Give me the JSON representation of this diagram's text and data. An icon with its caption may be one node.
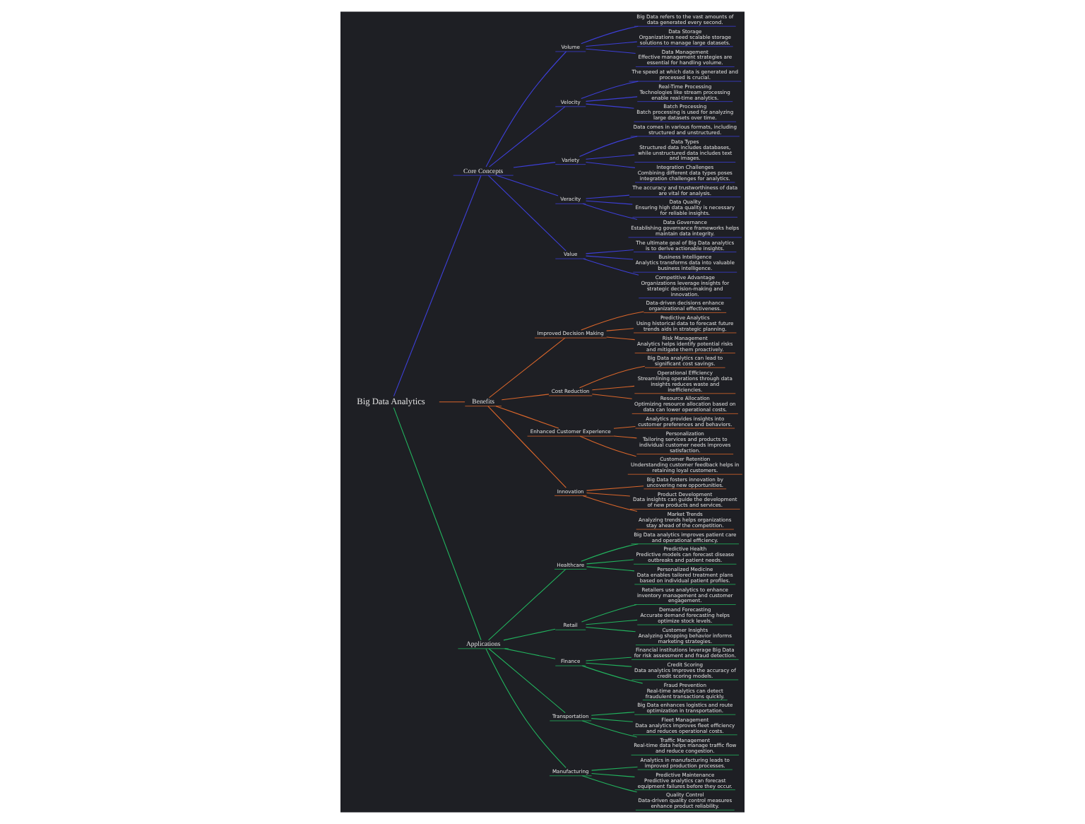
{
  "diagram": {
    "nodes": [
      {
        "text": [
          "Big Data Analytics"
        ]
      },
      {
        "text": [
          "Core Concepts"
        ]
      },
      {
        "text": [
          "Volume"
        ]
      },
      {
        "text": [
          "Big Data refers to the vast amounts of data generated every second."
        ]
      },
      {
        "text": [
          "Data Storage",
          "Organizations need scalable storage solutions to manage large datasets."
        ]
      },
      {
        "text": [
          "Data Management",
          "Effective management strategies are essential for handling volume."
        ]
      },
      {
        "text": [
          "Velocity"
        ]
      },
      {
        "text": [
          "The speed at which data is generated and processed is crucial."
        ]
      },
      {
        "text": [
          "Real-Time Processing",
          "Technologies like stream processing enable real-time analytics."
        ]
      },
      {
        "text": [
          "Batch Processing",
          "Batch processing is used for analyzing large datasets over time."
        ]
      },
      {
        "text": [
          "Variety"
        ]
      },
      {
        "text": [
          "Data comes in various formats, including structured and unstructured."
        ]
      },
      {
        "text": [
          "Data Types",
          "Structured data includes databases, while unstructured data includes text and images."
        ]
      },
      {
        "text": [
          "Integration Challenges",
          "Combining different data types poses integration challenges for analytics."
        ]
      },
      {
        "text": [
          "Veracity"
        ]
      },
      {
        "text": [
          "The accuracy and trustworthiness of data are vital for analysis."
        ]
      },
      {
        "text": [
          "Data Quality",
          "Ensuring high data quality is necessary for reliable insights."
        ]
      },
      {
        "text": [
          "Data Governance",
          "Establishing governance frameworks helps maintain data integrity."
        ]
      },
      {
        "text": [
          "Value"
        ]
      },
      {
        "text": [
          "The ultimate goal of Big Data analytics is to derive actionable insights."
        ]
      },
      {
        "text": [
          "Business Intelligence",
          "Analytics transforms data into valuable business intelligence."
        ]
      },
      {
        "text": [
          "Competitive Advantage",
          "Organizations leverage insights for strategic decision-making and innovation."
        ]
      },
      {
        "text": [
          "Benefits"
        ]
      },
      {
        "text": [
          "Improved Decision Making"
        ]
      },
      {
        "text": [
          "Data-driven decisions enhance organizational effectiveness."
        ]
      },
      {
        "text": [
          "Predictive Analytics",
          "Using historical data to forecast future trends aids in strategic planning."
        ]
      },
      {
        "text": [
          "Risk Management",
          "Analytics helps identify potential risks and mitigate them proactively."
        ]
      },
      {
        "text": [
          "Cost Reduction"
        ]
      },
      {
        "text": [
          "Big Data analytics can lead to significant cost savings."
        ]
      },
      {
        "text": [
          "Operational Efficiency",
          "Streamlining operations through data insights reduces waste and inefficiencies."
        ]
      },
      {
        "text": [
          "Resource Allocation",
          "Optimizing resource allocation based on data can lower operational costs."
        ]
      },
      {
        "text": [
          "Enhanced Customer Experience"
        ]
      },
      {
        "text": [
          "Analytics provides insights into customer preferences and behaviors."
        ]
      },
      {
        "text": [
          "Personalization",
          "Tailoring services and products to individual customer needs improves satisfaction."
        ]
      },
      {
        "text": [
          "Customer Retention",
          "Understanding customer feedback helps in retaining loyal customers."
        ]
      },
      {
        "text": [
          "Innovation"
        ]
      },
      {
        "text": [
          "Big Data fosters innovation by uncovering new opportunities."
        ]
      },
      {
        "text": [
          "Product Development",
          "Data insights can guide the development of new products and services."
        ]
      },
      {
        "text": [
          "Market Trends",
          "Analyzing trends helps organizations stay ahead of the competition."
        ]
      },
      {
        "text": [
          "Applications"
        ]
      },
      {
        "text": [
          "Healthcare"
        ]
      },
      {
        "text": [
          "Big Data analytics improves patient care and operational efficiency."
        ]
      },
      {
        "text": [
          "Predictive Health",
          "Predictive models can forecast disease outbreaks and patient needs."
        ]
      },
      {
        "text": [
          "Personalized Medicine",
          "Data enables tailored treatment plans based on individual patient profiles."
        ]
      },
      {
        "text": [
          "Retail"
        ]
      },
      {
        "text": [
          "Retailers use analytics to enhance inventory management and customer engagement."
        ]
      },
      {
        "text": [
          "Demand Forecasting",
          "Accurate demand forecasting helps optimize stock levels."
        ]
      },
      {
        "text": [
          "Customer Insights",
          "Analyzing shopping behavior informs marketing strategies."
        ]
      },
      {
        "text": [
          "Finance"
        ]
      },
      {
        "text": [
          "Financial institutions leverage Big Data for risk assessment and fraud detection."
        ]
      },
      {
        "text": [
          "Credit Scoring",
          "Data analytics improves the accuracy of credit scoring models."
        ]
      },
      {
        "text": [
          "Fraud Prevention",
          "Real-time analytics can detect fraudulent transactions quickly."
        ]
      },
      {
        "text": [
          "Transportation"
        ]
      },
      {
        "text": [
          "Big Data enhances logistics and route optimization in transportation."
        ]
      },
      {
        "text": [
          "Fleet Management",
          "Data analytics improves fleet efficiency and reduces operational costs."
        ]
      },
      {
        "text": [
          "Traffic Management",
          "Real-time data helps manage traffic flow and reduce congestion."
        ]
      },
      {
        "text": [
          "Manufacturing"
        ]
      },
      {
        "text": [
          "Analytics in manufacturing leads to improved production processes."
        ]
      },
      {
        "text": [
          "Predictive Maintenance",
          "Predictive analytics can forecast equipment failures before they occur."
        ]
      },
      {
        "text": [
          "Quality Control",
          "Data-driven quality control measures enhance product reliability."
        ]
      }
    ],
    "edges": [
      {
        "from": 0,
        "to": 1,
        "arrow": "none",
        "color": "#3d3fd6"
      },
      {
        "from": 1,
        "to": 2,
        "arrow": "none",
        "color": "#3d3fd6"
      },
      {
        "from": 2,
        "to": 3,
        "arrow": "none",
        "color": "#3d3fd6"
      },
      {
        "from": 2,
        "to": 4,
        "arrow": "none",
        "color": "#3d3fd6"
      },
      {
        "from": 2,
        "to": 5,
        "arrow": "none",
        "color": "#3d3fd6"
      },
      {
        "from": 1,
        "to": 6,
        "arrow": "none",
        "color": "#3d3fd6"
      },
      {
        "from": 6,
        "to": 7,
        "arrow": "none",
        "color": "#3d3fd6"
      },
      {
        "from": 6,
        "to": 8,
        "arrow": "none",
        "color": "#3d3fd6"
      },
      {
        "from": 6,
        "to": 9,
        "arrow": "none",
        "color": "#3d3fd6"
      },
      {
        "from": 1,
        "to": 10,
        "arrow": "none",
        "color": "#3d3fd6"
      },
      {
        "from": 10,
        "to": 11,
        "arrow": "none",
        "color": "#3d3fd6"
      },
      {
        "from": 10,
        "to": 12,
        "arrow": "none",
        "color": "#3d3fd6"
      },
      {
        "from": 10,
        "to": 13,
        "arrow": "none",
        "color": "#3d3fd6"
      },
      {
        "from": 1,
        "to": 14,
        "arrow": "none",
        "color": "#3d3fd6"
      },
      {
        "from": 14,
        "to": 15,
        "arrow": "none",
        "color": "#3d3fd6"
      },
      {
        "from": 14,
        "to": 16,
        "arrow": "none",
        "color": "#3d3fd6"
      },
      {
        "from": 14,
        "to": 17,
        "arrow": "none",
        "color": "#3d3fd6"
      },
      {
        "from": 1,
        "to": 18,
        "arrow": "none",
        "color": "#3d3fd6"
      },
      {
        "from": 18,
        "to": 19,
        "arrow": "none",
        "color": "#3d3fd6"
      },
      {
        "from": 18,
        "to": 20,
        "arrow": "none",
        "color": "#3d3fd6"
      },
      {
        "from": 18,
        "to": 21,
        "arrow": "none",
        "color": "#3d3fd6"
      },
      {
        "from": 0,
        "to": 22,
        "arrow": "none",
        "color": "#d9662b"
      },
      {
        "from": 22,
        "to": 23,
        "arrow": "none",
        "color": "#d9662b"
      },
      {
        "from": 23,
        "to": 24,
        "arrow": "none",
        "color": "#d9662b"
      },
      {
        "from": 23,
        "to": 25,
        "arrow": "none",
        "color": "#d9662b"
      },
      {
        "from": 23,
        "to": 26,
        "arrow": "none",
        "color": "#d9662b"
      },
      {
        "from": 22,
        "to": 27,
        "arrow": "none",
        "color": "#d9662b"
      },
      {
        "from": 27,
        "to": 28,
        "arrow": "none",
        "color": "#d9662b"
      },
      {
        "from": 27,
        "to": 29,
        "arrow": "none",
        "color": "#d9662b"
      },
      {
        "from": 27,
        "to": 30,
        "arrow": "none",
        "color": "#d9662b"
      },
      {
        "from": 22,
        "to": 31,
        "arrow": "none",
        "color": "#d9662b"
      },
      {
        "from": 31,
        "to": 32,
        "arrow": "none",
        "color": "#d9662b"
      },
      {
        "from": 31,
        "to": 33,
        "arrow": "none",
        "color": "#d9662b"
      },
      {
        "from": 31,
        "to": 34,
        "arrow": "none",
        "color": "#d9662b"
      },
      {
        "from": 22,
        "to": 35,
        "arrow": "none",
        "color": "#d9662b"
      },
      {
        "from": 35,
        "to": 36,
        "arrow": "none",
        "color": "#d9662b"
      },
      {
        "from": 35,
        "to": 37,
        "arrow": "none",
        "color": "#d9662b"
      },
      {
        "from": 35,
        "to": 38,
        "arrow": "none",
        "color": "#d9662b"
      },
      {
        "from": 0,
        "to": 39,
        "arrow": "none",
        "color": "#22b35e"
      },
      {
        "from": 39,
        "to": 40,
        "arrow": "none",
        "color": "#22b35e"
      },
      {
        "from": 40,
        "to": 41,
        "arrow": "none",
        "color": "#22b35e"
      },
      {
        "from": 40,
        "to": 42,
        "arrow": "none",
        "color": "#22b35e"
      },
      {
        "from": 40,
        "to": 43,
        "arrow": "none",
        "color": "#22b35e"
      },
      {
        "from": 39,
        "to": 44,
        "arrow": "none",
        "color": "#22b35e"
      },
      {
        "from": 44,
        "to": 45,
        "arrow": "none",
        "color": "#22b35e"
      },
      {
        "from": 44,
        "to": 46,
        "arrow": "none",
        "color": "#22b35e"
      },
      {
        "from": 44,
        "to": 47,
        "arrow": "none",
        "color": "#22b35e"
      },
      {
        "from": 39,
        "to": 48,
        "arrow": "none",
        "color": "#22b35e"
      },
      {
        "from": 48,
        "to": 49,
        "arrow": "none",
        "color": "#22b35e"
      },
      {
        "from": 48,
        "to": 50,
        "arrow": "none",
        "color": "#22b35e"
      },
      {
        "from": 48,
        "to": 51,
        "arrow": "none",
        "color": "#22b35e"
      },
      {
        "from": 39,
        "to": 52,
        "arrow": "none",
        "color": "#22b35e"
      },
      {
        "from": 52,
        "to": 53,
        "arrow": "none",
        "color": "#22b35e"
      },
      {
        "from": 52,
        "to": 54,
        "arrow": "none",
        "color": "#22b35e"
      },
      {
        "from": 52,
        "to": 55,
        "arrow": "none",
        "color": "#22b35e"
      },
      {
        "from": 39,
        "to": 56,
        "arrow": "none",
        "color": "#22b35e"
      },
      {
        "from": 56,
        "to": 57,
        "arrow": "none",
        "color": "#22b35e"
      },
      {
        "from": 56,
        "to": 58,
        "arrow": "none",
        "color": "#22b35e"
      },
      {
        "from": 56,
        "to": 59,
        "arrow": "none",
        "color": "#22b35e"
      }
    ]
  }
}
